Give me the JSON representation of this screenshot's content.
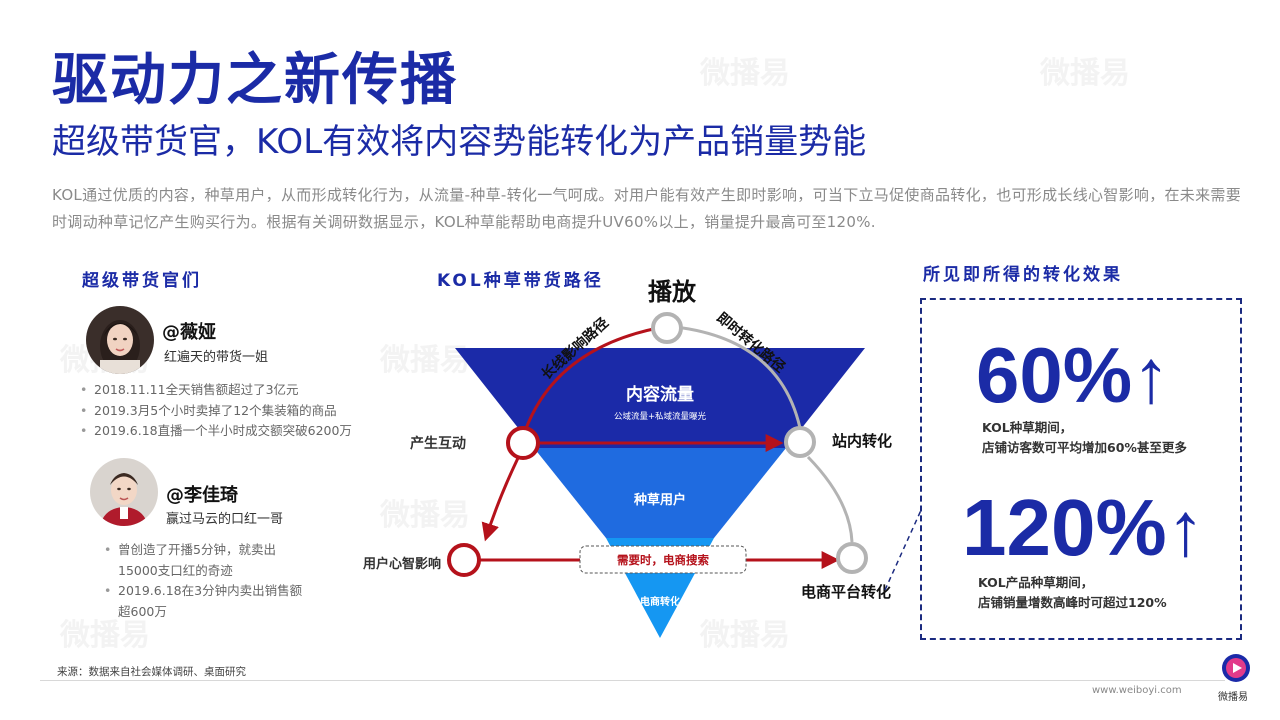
{
  "title": "驱动力之新传播",
  "subtitle": "超级带货官，KOL有效将内容势能转化为产品销量势能",
  "intro": "KOL通过优质的内容，种草用户，从而形成转化行为，从流量-种草-转化一气呵成。对用户能有效产生即时影响，可当下立马促使商品转化，也可形成长线心智影响，在未来需要时调动种草记忆产生购买行为。根据有关调研数据显示，KOL种草能帮助电商提升UV60%以上，销量提升最高可至120%.",
  "watermark_text": "微播易",
  "kols": {
    "section_title": "超级带货官们",
    "items": [
      {
        "name": "@薇娅",
        "tagline": "红遍天的带货一姐",
        "facts": [
          "2018.11.11全天销售额超过了3亿元",
          "2019.3月5个小时卖掉了12个集装箱的商品",
          "2019.6.18直播一个半小时成交额突破6200万"
        ]
      },
      {
        "name": "@李佳琦",
        "tagline": "赢过马云的口红一哥",
        "facts": [
          "曾创造了开播5分钟，就卖出15000支口红的奇迹",
          "2019.6.18在3分钟内卖出销售额超600万"
        ]
      }
    ]
  },
  "path": {
    "section_title": "KOL种草带货路径",
    "top_label": "播放",
    "left_arc_label": "长线影响路径",
    "right_arc_label": "即时转化路径",
    "layer1_label": "内容流量",
    "layer1_sub": "公域流量+私域流量曝光",
    "layer2_label": "种草用户",
    "layer3_label": "电商转化",
    "node_left_top": "产生互动",
    "node_right_top": "站内转化",
    "node_left_bottom": "用户心智影响",
    "node_right_bottom": "电商平台转化",
    "search_label": "需要时，电商搜索"
  },
  "effects": {
    "section_title": "所见即所得的转化效果",
    "items": [
      {
        "value": "60%",
        "arrow": "↑",
        "lines": [
          "KOL种草期间，",
          "店铺访客数可平均增加60%甚至更多"
        ]
      },
      {
        "value": "120%",
        "arrow": "↑",
        "lines": [
          "KOL产品种草期间，",
          "店铺销量增数高峰时可超过120%"
        ]
      }
    ]
  },
  "source": "来源：数据来自社会媒体调研、桌面研究",
  "footer": {
    "url": "www.weiboyi.com",
    "brand": "微播易"
  },
  "colors": {
    "brand_blue": "#1b2ba6",
    "funnel_top": "#1b2aa8",
    "funnel_mid": "#1f6be0",
    "funnel_bottom": "#1597f2",
    "path_red": "#b5121b",
    "path_gray": "#b3b3b3"
  }
}
